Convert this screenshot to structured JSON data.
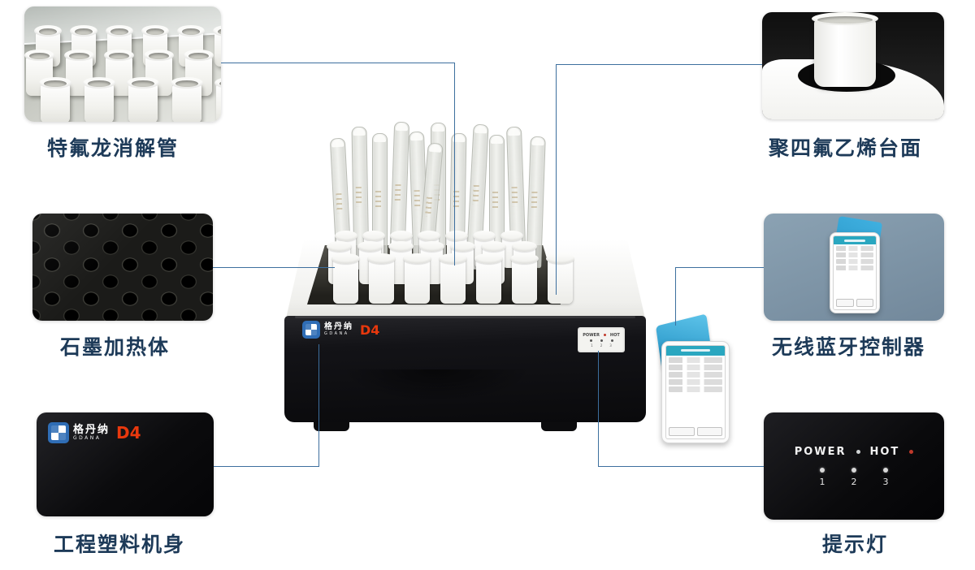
{
  "colors": {
    "label": "#1d3a58",
    "connector": "#3d6f9e",
    "brand_red": "#e8380d",
    "brand_blue": "#2f6db5",
    "flap_blue": "#3fb0e0",
    "screen_teal": "#2aa7c0",
    "bt_thumb_bg": "#72889b"
  },
  "callouts": {
    "teflon_tubes": {
      "label": "特氟龙消解管"
    },
    "graphite_heater": {
      "label": "石墨加热体"
    },
    "plastic_body": {
      "label": "工程塑料机身"
    },
    "ptfe_deck": {
      "label": "聚四氟乙烯台面"
    },
    "bluetooth_controller": {
      "label": "无线蓝牙控制器"
    },
    "indicator_lights": {
      "label": "提示灯"
    }
  },
  "device": {
    "brand_cn": "格丹纳",
    "brand_en": "GDANA",
    "model": "D4",
    "panel": {
      "power_label": "POWER",
      "hot_label": "HOT",
      "numbers": [
        "1",
        "2",
        "3"
      ]
    }
  }
}
